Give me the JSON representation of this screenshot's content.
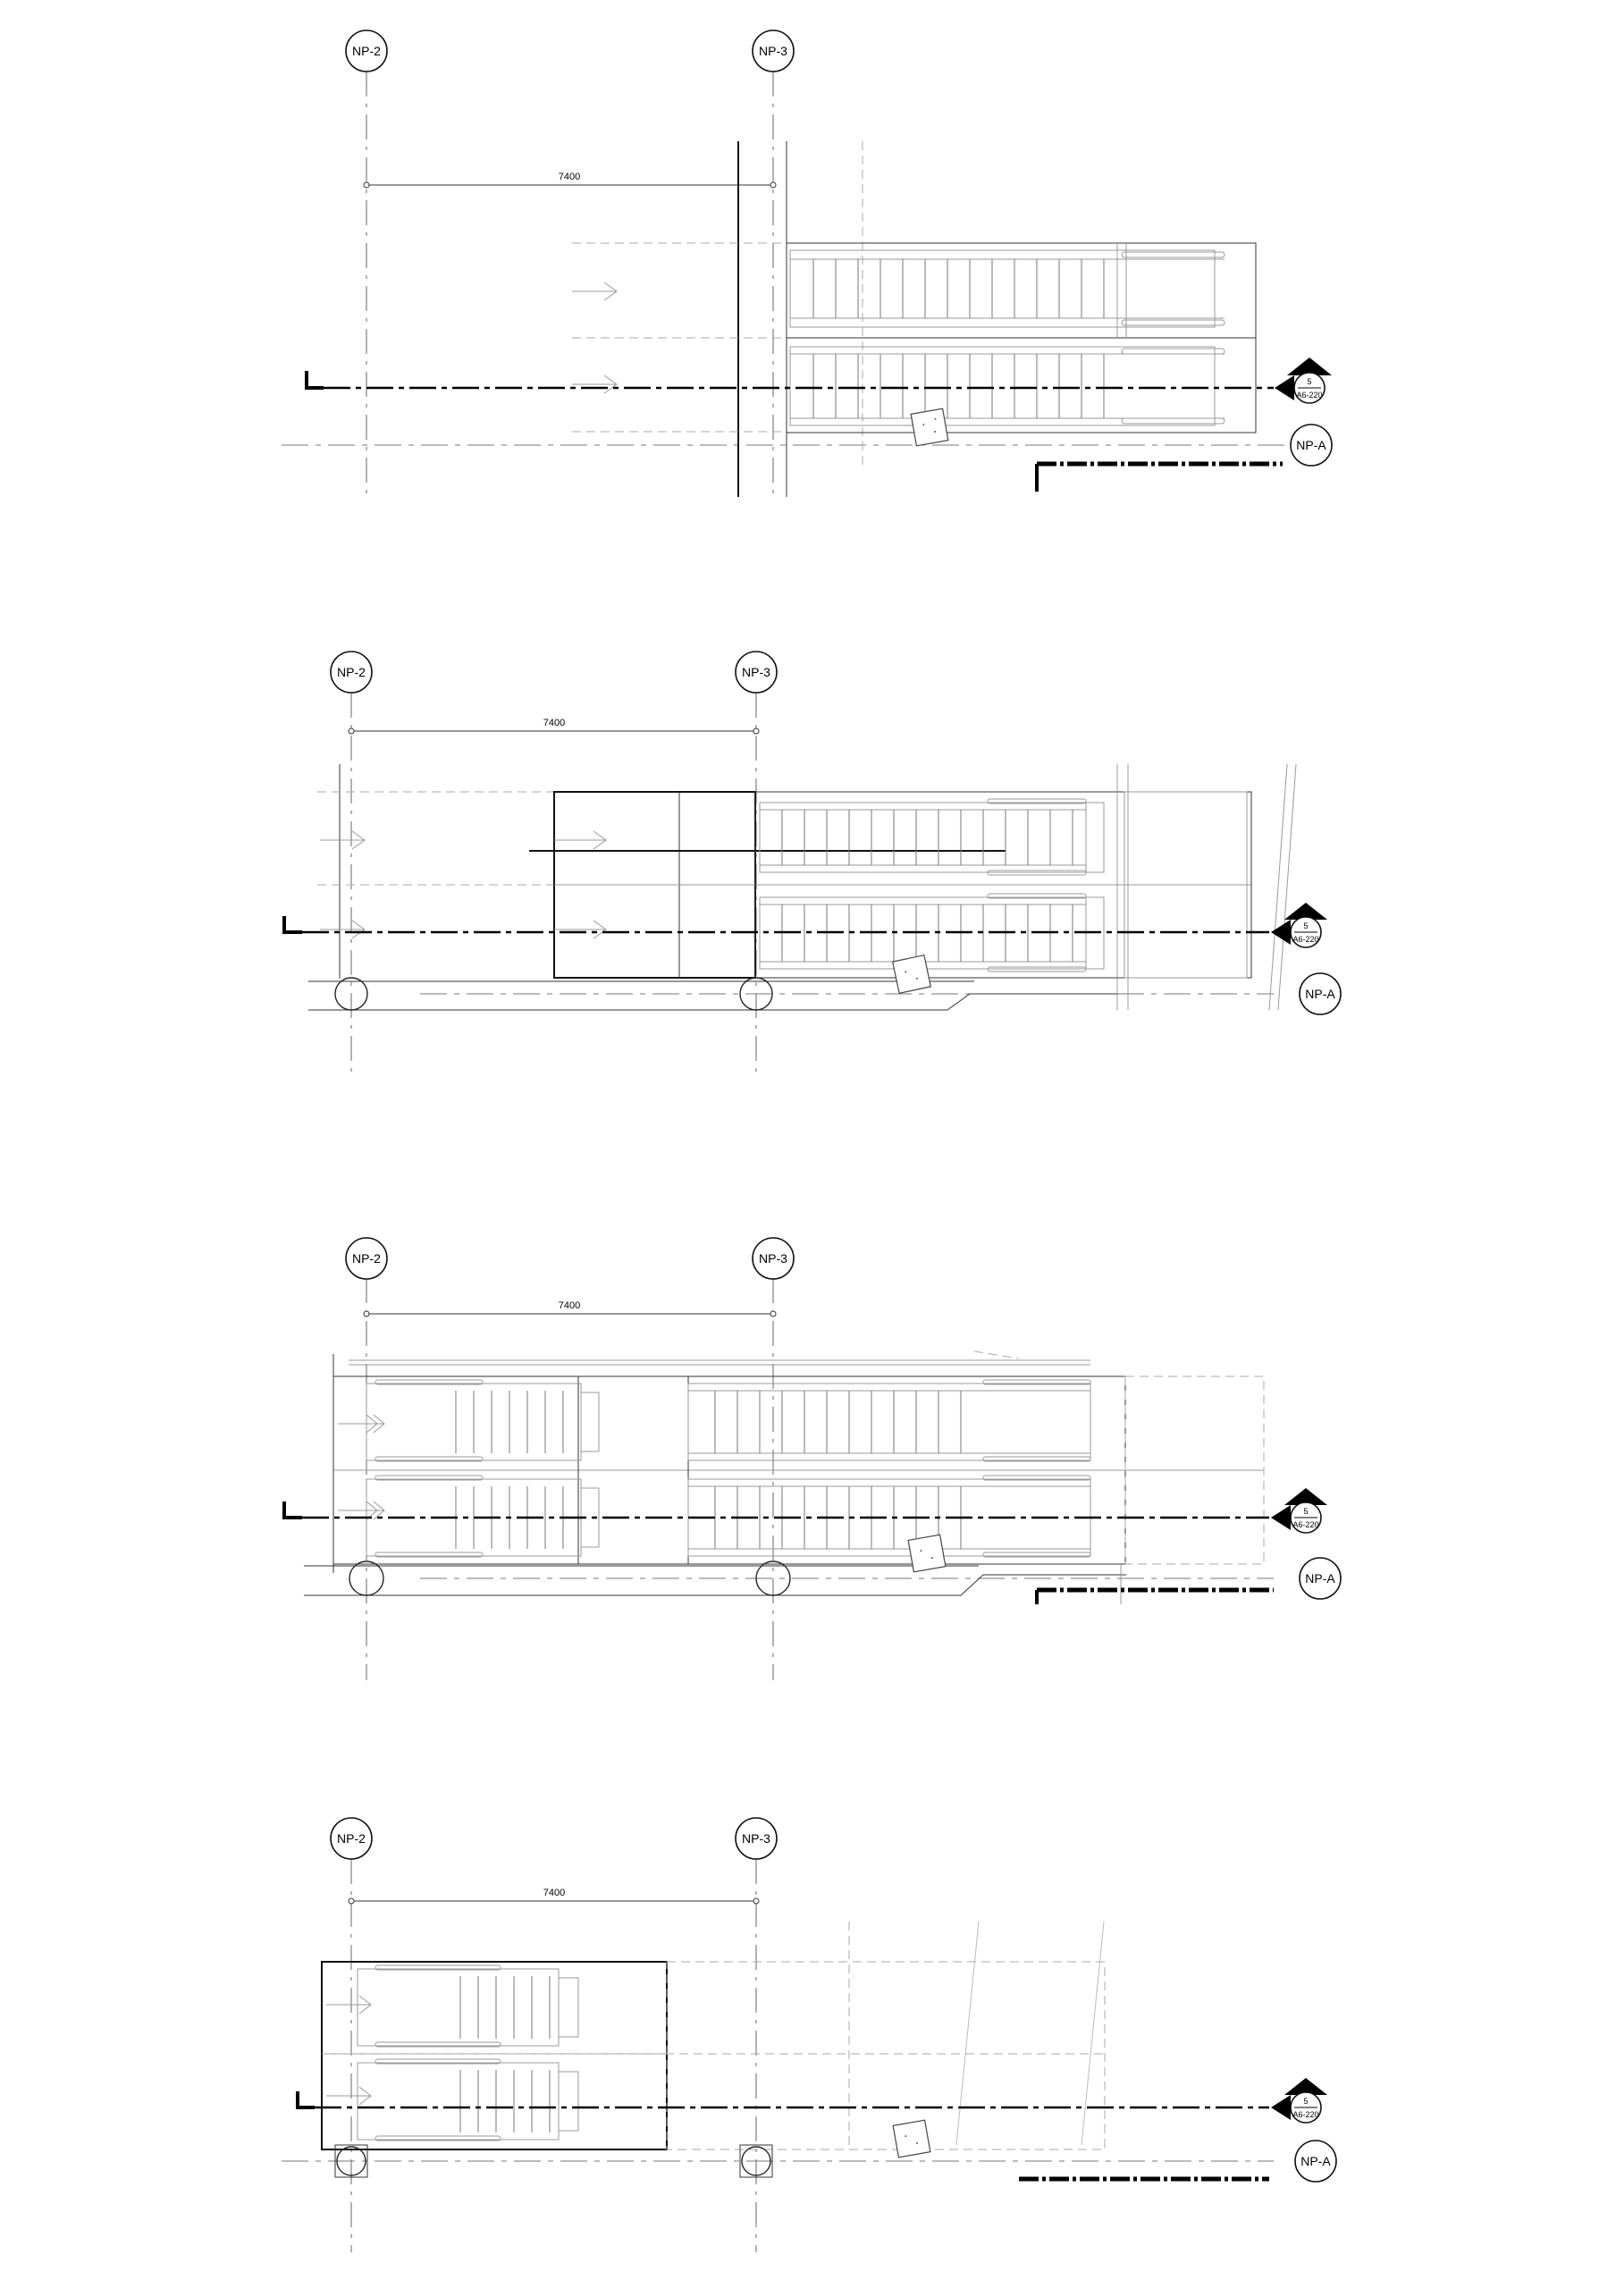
{
  "grid_labels": {
    "np2": "NP-2",
    "np3": "NP-3",
    "npa": "NP-A"
  },
  "dimension": "7400",
  "section_marker": {
    "number": "5",
    "sheet": "A6-220"
  },
  "plans": [
    {
      "id": "plan-1"
    },
    {
      "id": "plan-2"
    },
    {
      "id": "plan-3"
    },
    {
      "id": "plan-4"
    }
  ]
}
